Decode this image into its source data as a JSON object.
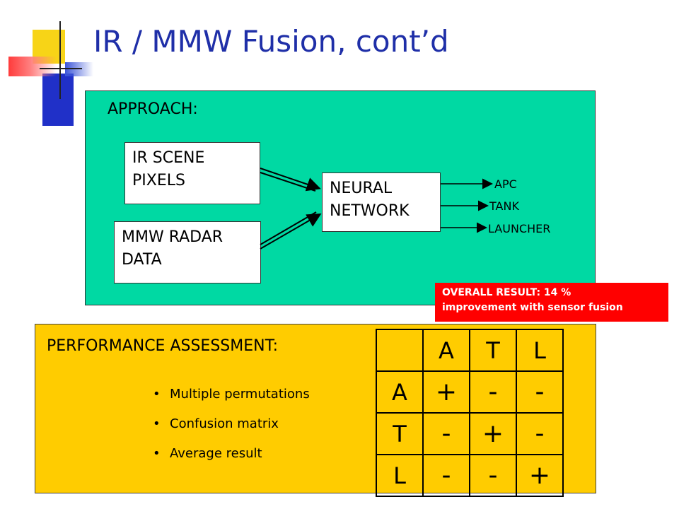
{
  "slide": {
    "title": "IR / MMW Fusion, cont’d"
  },
  "approach": {
    "label": "APPROACH:",
    "input_ir": [
      "IR SCENE",
      "PIXELS"
    ],
    "input_mmw": [
      "MMW RADAR",
      "DATA"
    ],
    "network": [
      "NEURAL",
      "NETWORK"
    ],
    "outputs": [
      "APC",
      "TANK",
      "LAUNCHER"
    ]
  },
  "result": {
    "line1": "OVERALL RESULT: 14 %",
    "line2": "improvement with sensor fusion"
  },
  "performance": {
    "label": "PERFORMANCE ASSESSMENT:",
    "bullets": [
      "Multiple permutations",
      "Confusion matrix",
      "Average  result"
    ]
  },
  "matrix": {
    "header": [
      "",
      "A",
      "T",
      "L"
    ],
    "rows": [
      [
        "A",
        "+",
        "-",
        "-"
      ],
      [
        "T",
        "-",
        "+",
        "-"
      ],
      [
        "L",
        "-",
        "-",
        "+"
      ]
    ]
  },
  "colors": {
    "title": "#1f2fa8",
    "approach_panel": "#00d9a3",
    "performance_panel": "#ffcc00",
    "result_callout": "#ff0000"
  },
  "icons": [
    "logo-squares-icon",
    "arrow-icon"
  ]
}
